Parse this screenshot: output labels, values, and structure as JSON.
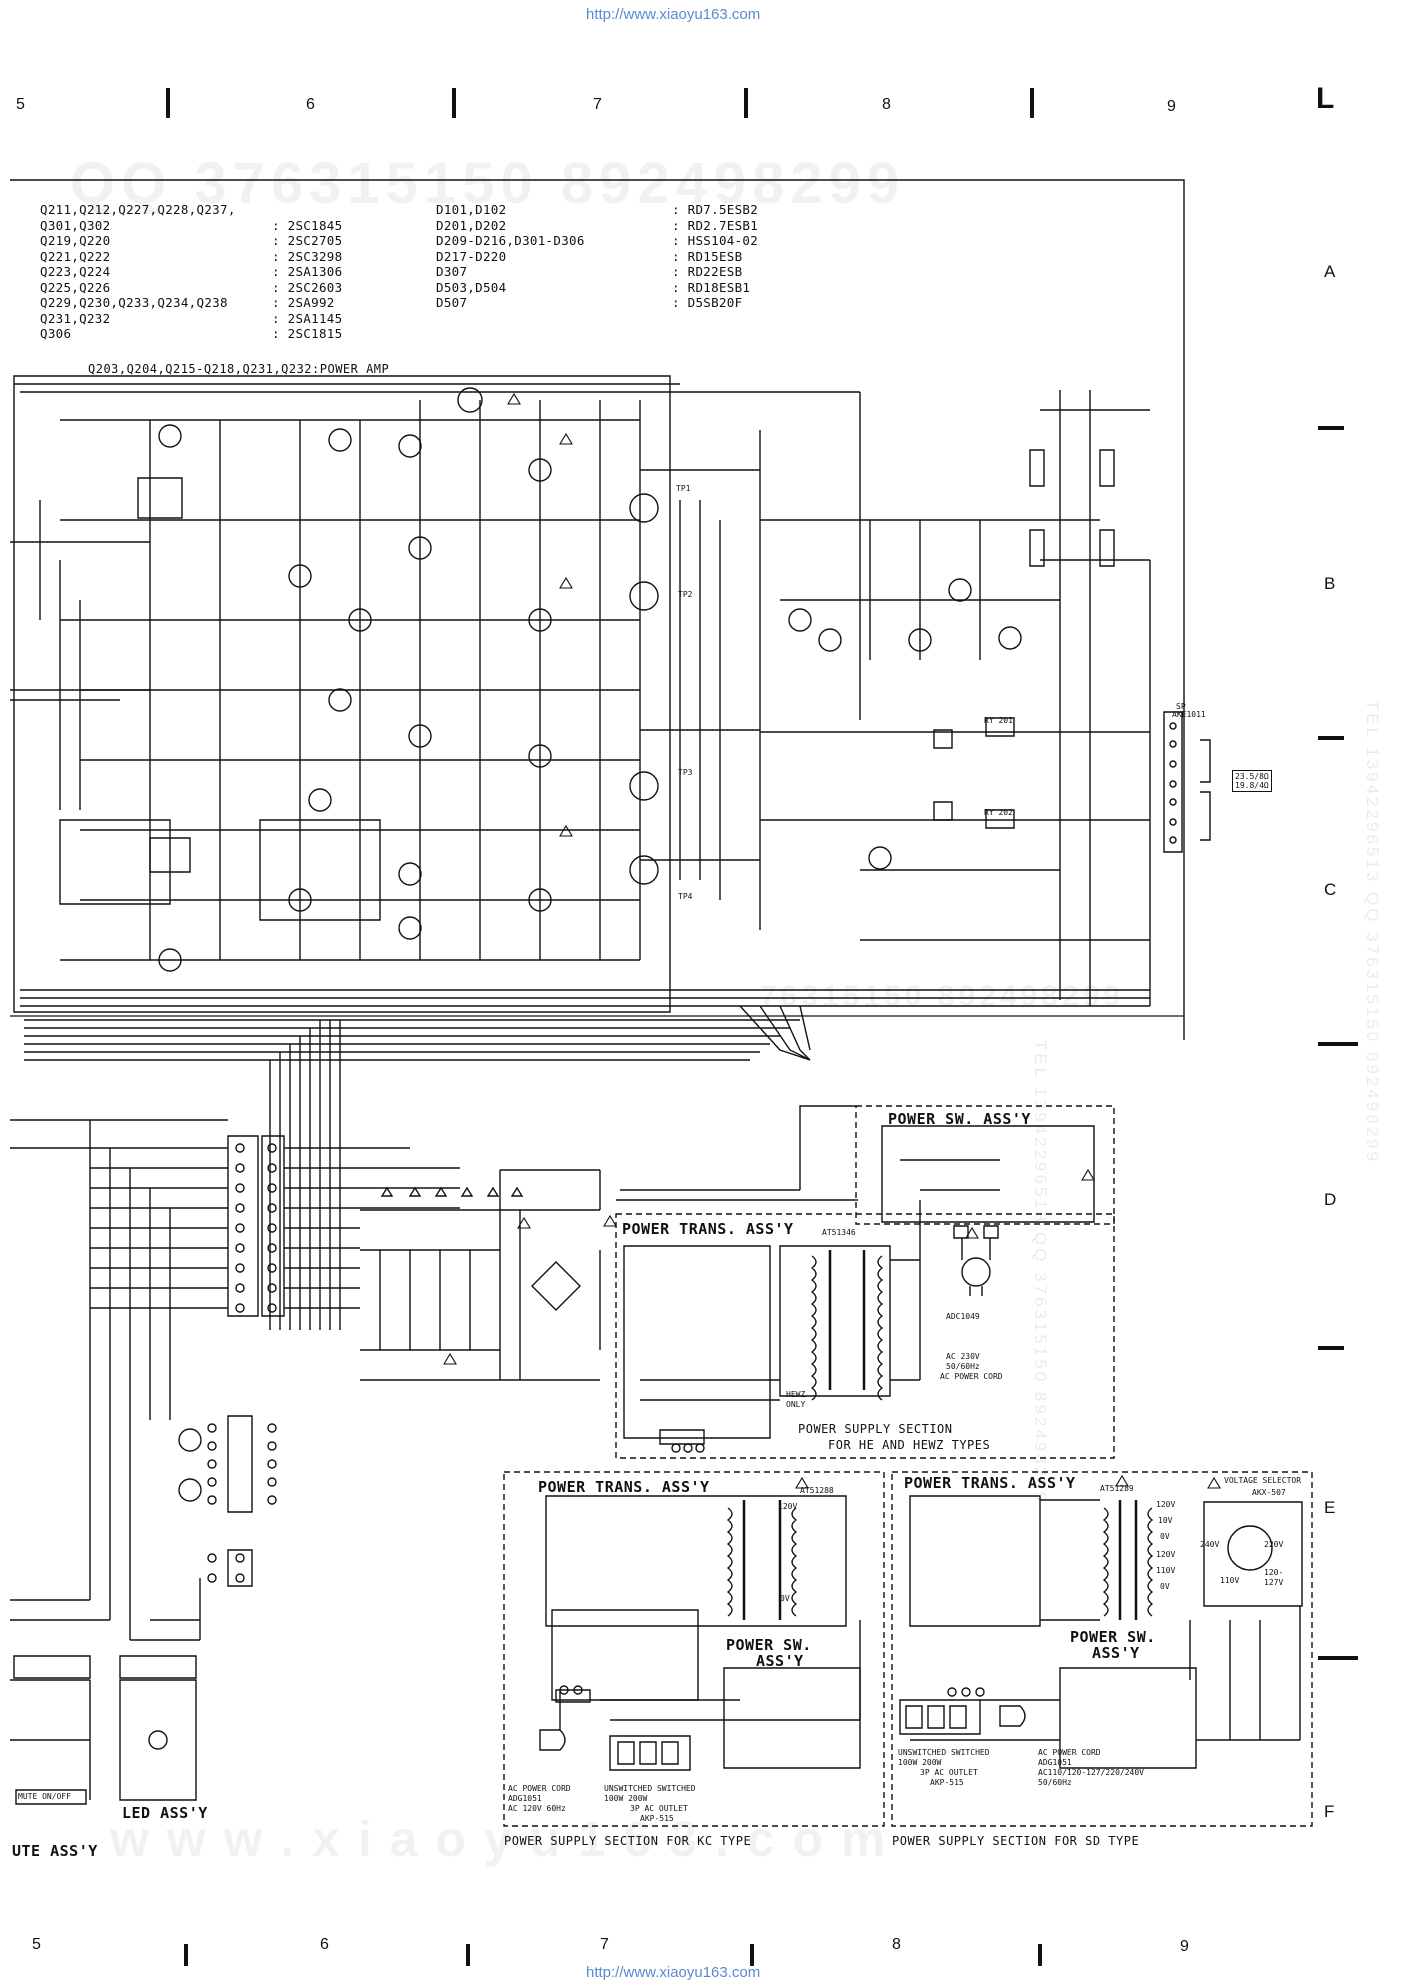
{
  "header_url": "http://www.xiaoyu163.com",
  "footer_url": "http://www.xiaoyu163.com",
  "grid": {
    "columns_top": [
      "5",
      "6",
      "7",
      "8",
      "9"
    ],
    "columns_bottom": [
      "5",
      "6",
      "7",
      "8",
      "9"
    ],
    "corner_letter": "L",
    "rows": [
      "A",
      "B",
      "C",
      "D",
      "E",
      "F"
    ]
  },
  "watermarks": {
    "top_numbers": "QQ 376315150   892498299",
    "middle_numbers": "76315150  892498299",
    "bottom_site": "w w w . x i a o y u 1 6 3 . c o m",
    "right_vertical_1": "TEL 13942296513 QQ 376315150 892498299",
    "right_vertical_2": "TEL 13942296513 QQ 376315150 892498299"
  },
  "parts_table": {
    "transistors": [
      {
        "refs": "Q211,Q212,Q227,Q228,Q237,",
        "type": ""
      },
      {
        "refs": "Q301,Q302",
        "type": ": 2SC1845"
      },
      {
        "refs": "Q219,Q220",
        "type": ": 2SC2705"
      },
      {
        "refs": "Q221,Q222",
        "type": ": 2SC3298"
      },
      {
        "refs": "Q223,Q224",
        "type": ": 2SA1306"
      },
      {
        "refs": "Q225,Q226",
        "type": ": 2SC2603"
      },
      {
        "refs": "Q229,Q230,Q233,Q234,Q238",
        "type": ": 2SA992"
      },
      {
        "refs": "Q231,Q232",
        "type": ": 2SA1145"
      },
      {
        "refs": "Q306",
        "type": ": 2SC1815"
      }
    ],
    "diodes": [
      {
        "refs": "D101,D102",
        "type": ": RD7.5ESB2"
      },
      {
        "refs": "D201,D202",
        "type": ": RD2.7ESB1"
      },
      {
        "refs": "D209-D216,D301-D306",
        "type": ": HSS104-02"
      },
      {
        "refs": "D217-D220",
        "type": ": RD15ESB"
      },
      {
        "refs": "D307",
        "type": ": RD22ESB"
      },
      {
        "refs": "D503,D504",
        "type": ": RD18ESB1"
      },
      {
        "refs": "D507",
        "type": ": D5SB20F"
      }
    ]
  },
  "labels": {
    "power_amp": "Q203,Q204,Q215-Q218,Q231,Q232:POWER AMP",
    "power_sw_assy_top": "POWER SW. ASS'Y",
    "power_trans_assy_top": "POWER TRANS. ASS'Y",
    "power_trans_part_top": "AT51346",
    "power_trans_assy_kc": "POWER TRANS. ASS'Y",
    "power_trans_part_kc": "AT51288",
    "power_trans_assy_sd": "POWER TRANS. ASS'Y",
    "power_trans_part_sd": "AT51289",
    "power_sw_assy_kc_1": "POWER SW.",
    "power_sw_assy_kc_2": "ASS'Y",
    "power_sw_assy_sd_1": "POWER SW.",
    "power_sw_assy_sd_2": "ASS'Y",
    "section_he_1": "POWER SUPPLY SECTION",
    "section_he_2": "FOR HE AND HEWZ TYPES",
    "section_kc": "POWER SUPPLY SECTION FOR KC TYPE",
    "section_sd": "POWER SUPPLY SECTION FOR SD TYPE",
    "led_assy": "LED ASS'Y",
    "mute_assy": "UTE ASS'Y",
    "mute_on_off": "MUTE ON/OFF",
    "voltage_selector": "VOLTAGE SELECTOR",
    "voltage_selector_part": "AKX-507",
    "ac_power_cord_top": "AC POWER CORD",
    "ac_power_cord_part": "ADC1049",
    "ac_power_cord_rating_1": "AC 230V",
    "ac_power_cord_rating_2": "50/60Hz",
    "sp_connector": "SP",
    "sp_part": "AKE1011",
    "sp_imp_1": "23.5/8Ω",
    "sp_imp_2": "19.8/4Ω",
    "tp1": "TP1",
    "tp2": "TP2",
    "tp3": "TP3",
    "tp4": "TP4",
    "kc_outlet_1": "UNSWITCHED  SWITCHED",
    "kc_outlet_2": "100W       200W",
    "kc_outlet_3": "3P AC OUTLET",
    "kc_outlet_4": "AKP-515",
    "kc_cord_1": "AC POWER CORD",
    "kc_cord_2": "ADG1051",
    "kc_cord_3": "AC 120V 60Hz",
    "sd_outlet_1": "UNSWITCHED  SWITCHED",
    "sd_outlet_2": "100W       200W",
    "sd_outlet_3": "3P AC OUTLET",
    "sd_outlet_4": "AKP-515",
    "sd_cord_1": "AC POWER CORD",
    "sd_cord_2": "ADG1051",
    "sd_cord_3": "AC110/120-127/220/240V",
    "sd_cord_4": "50/60Hz",
    "hewz_only_1": "HEWZ",
    "hewz_only_2": "ONLY",
    "relay_1": "RY 201",
    "relay_2": "RY 202",
    "volt_240": "240V",
    "volt_220": "220V",
    "volt_110": "110V",
    "volt_120": "120-",
    "volt_127": "127V",
    "trans_taps_sd": [
      "120V",
      "10V",
      "0V",
      "120V",
      "110V",
      "0V"
    ],
    "trans_taps_kc": [
      "120V",
      "0V"
    ]
  },
  "colors": {
    "ink": "#111111",
    "url": "#5a8ad0",
    "paper": "#ffffff"
  }
}
